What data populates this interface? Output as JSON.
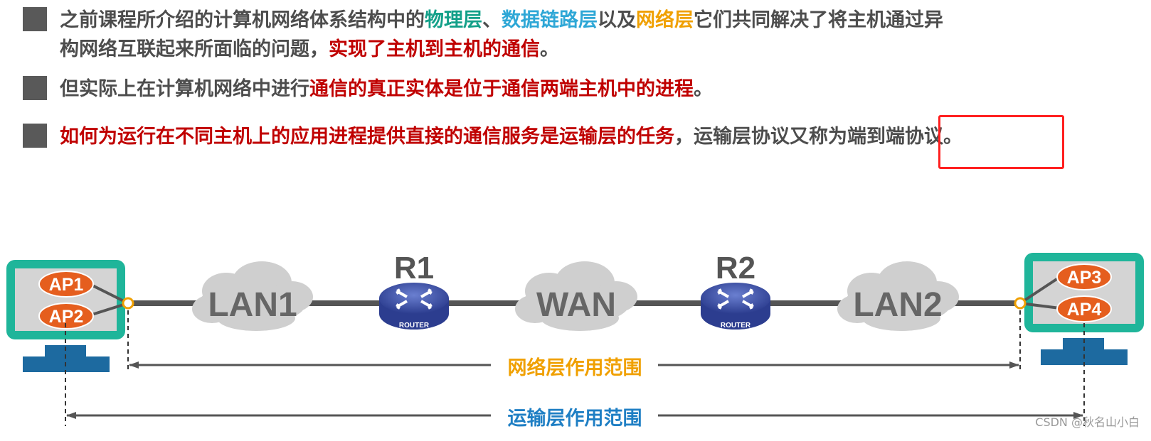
{
  "bullets": [
    {
      "line1": [
        {
          "t": "之前课程所介绍的计算机网络体系结构中的",
          "c": ""
        },
        {
          "t": "物理层",
          "c": "green"
        },
        {
          "t": "、",
          "c": ""
        },
        {
          "t": "数据链路层",
          "c": "cyan"
        },
        {
          "t": "以及",
          "c": ""
        },
        {
          "t": "网络层",
          "c": "orange"
        },
        {
          "t": "它们共同解决了将主机通过异",
          "c": ""
        }
      ],
      "line2": [
        {
          "t": "构网络互联起来所面临的问题，",
          "c": ""
        },
        {
          "t": "实现了主机到主机的通信",
          "c": "red"
        },
        {
          "t": "。",
          "c": ""
        }
      ]
    },
    {
      "line1": [
        {
          "t": "但实际上在计算机网络中进行",
          "c": ""
        },
        {
          "t": "通信的真正实体是位于通信两端主机中的进程",
          "c": "red"
        },
        {
          "t": "。",
          "c": ""
        }
      ]
    },
    {
      "line1": [
        {
          "t": "如何为运行在不同主机上的应用进程提供直接的通信服务是运输层的任务",
          "c": "red"
        },
        {
          "t": "，运输层协议又称为",
          "c": ""
        },
        {
          "t": "端到端协议",
          "c": ""
        },
        {
          "t": "。",
          "c": ""
        }
      ]
    }
  ],
  "diagram": {
    "left_host": {
      "apps": [
        "AP1",
        "AP2"
      ]
    },
    "right_host": {
      "apps": [
        "AP3",
        "AP4"
      ]
    },
    "routers": [
      {
        "name": "R1",
        "badge": "ROUTER"
      },
      {
        "name": "R2",
        "badge": "ROUTER"
      }
    ],
    "clouds": [
      "LAN1",
      "WAN",
      "LAN2"
    ],
    "network_scope_label": "网络层作用范围",
    "transport_scope_label": "运输层作用范围"
  },
  "colors": {
    "green": "#13a089",
    "cyan": "#2ea7d6",
    "orange": "#f0a000",
    "red": "#c00000",
    "host_frame": "#1fb59a",
    "router": "#3f53a6",
    "network_scope": "#f0a000",
    "transport_scope": "#1f7fc4"
  },
  "watermark": "CSDN @秋名山小白"
}
